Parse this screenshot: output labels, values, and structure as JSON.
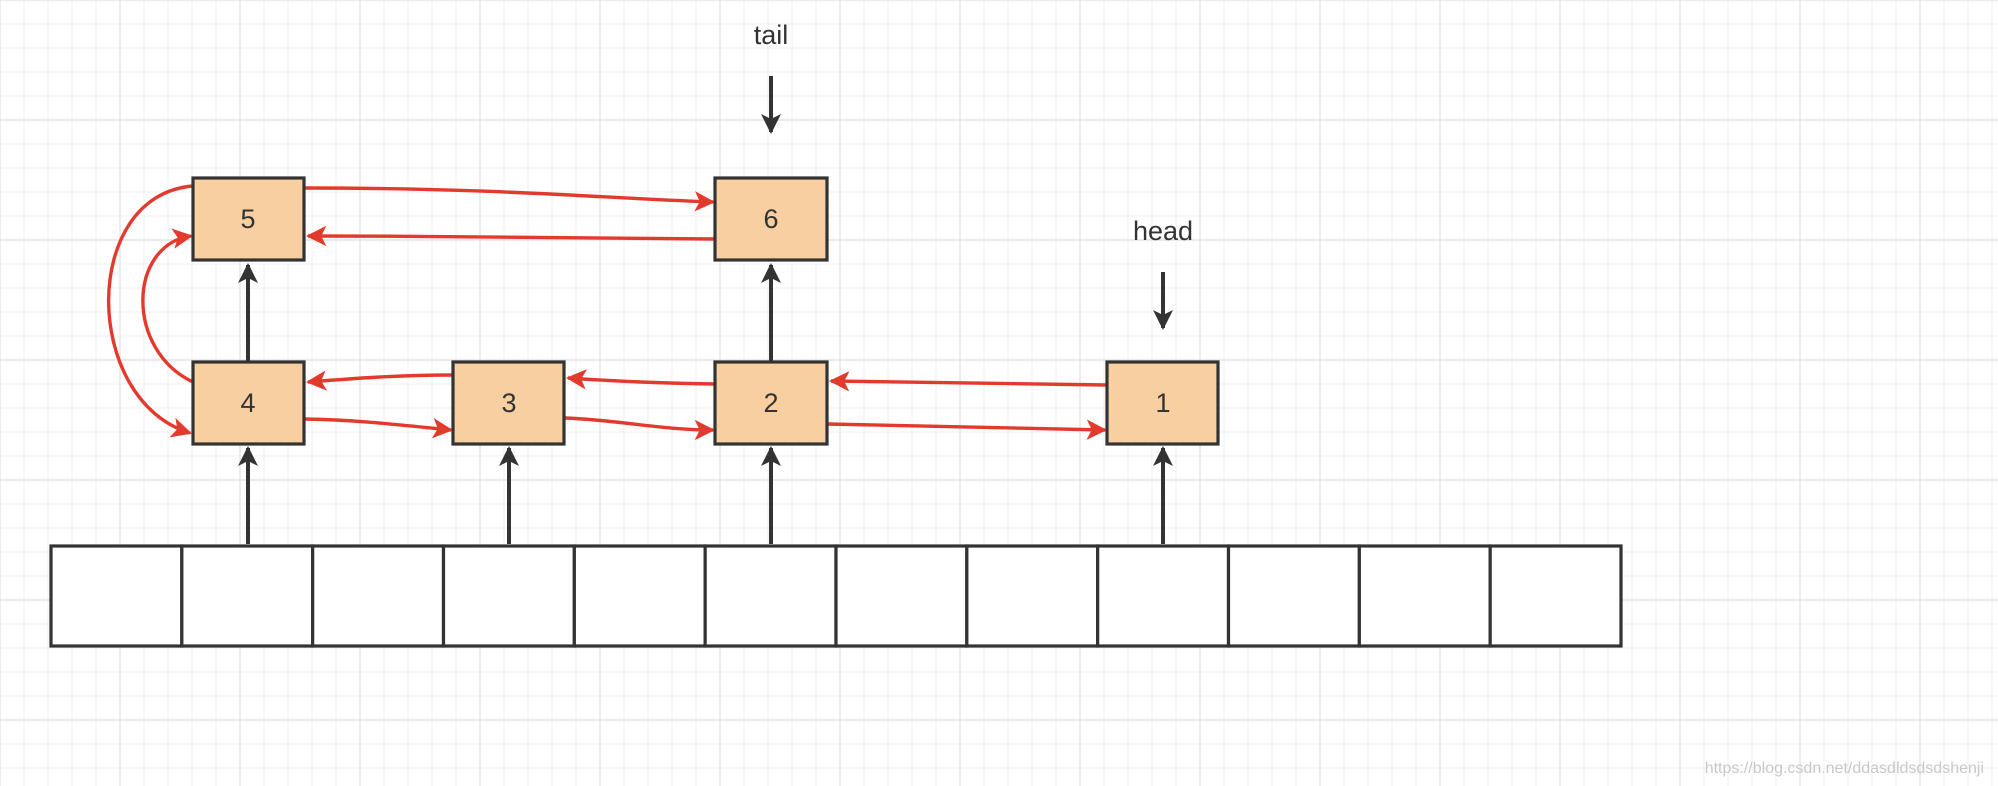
{
  "labels": {
    "tail": "tail",
    "head": "head"
  },
  "nodes": [
    {
      "id": "n5",
      "label": "5"
    },
    {
      "id": "n6",
      "label": "6"
    },
    {
      "id": "n4",
      "label": "4"
    },
    {
      "id": "n3",
      "label": "3"
    },
    {
      "id": "n2",
      "label": "2"
    },
    {
      "id": "n1",
      "label": "1"
    }
  ],
  "array": {
    "slot_count": 12
  },
  "colors": {
    "node_fill": "#f8cfa0",
    "link_red": "#e33a2e",
    "line_dark": "#333333"
  },
  "watermark": "https://blog.csdn.net/ddasdldsdsdshenji"
}
